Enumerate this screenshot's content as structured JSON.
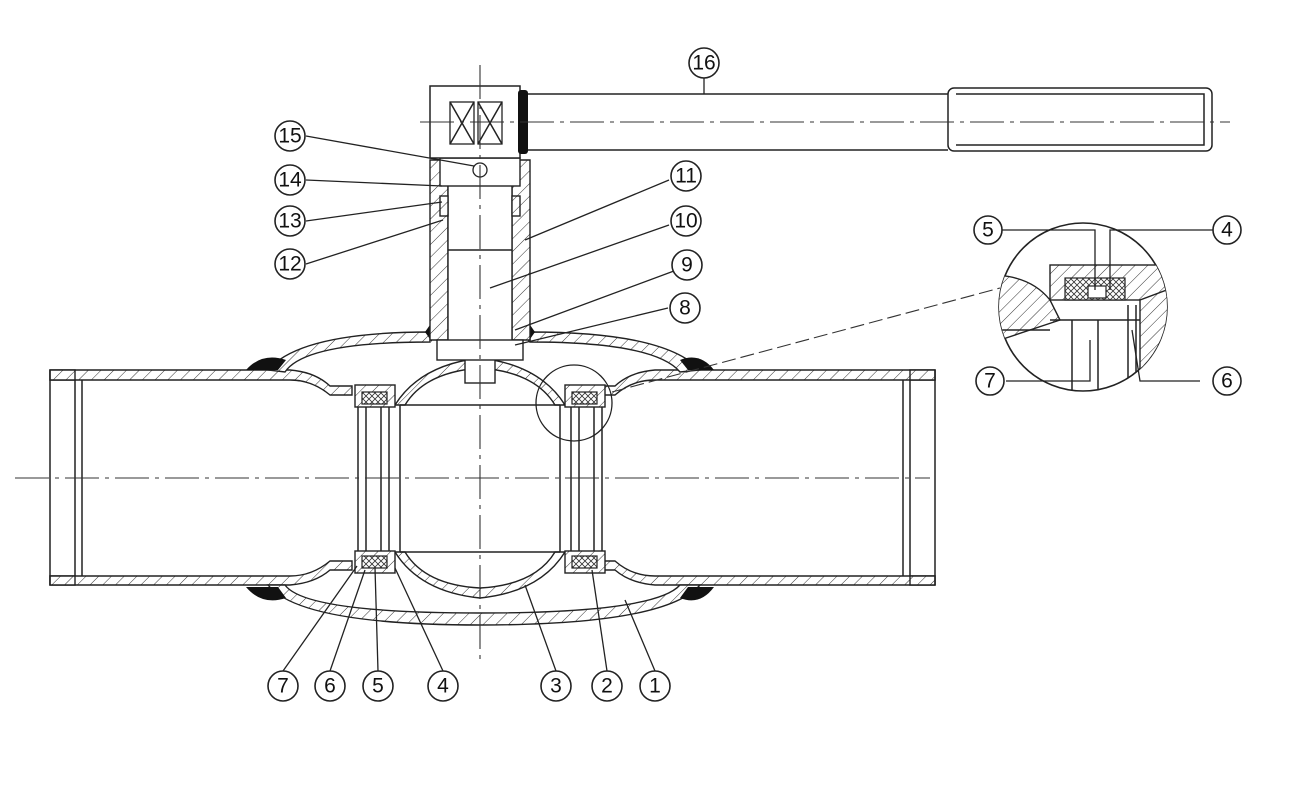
{
  "diagram": {
    "colors": {
      "line": "#222222",
      "background": "#ffffff",
      "weld": "#111111"
    },
    "callouts": [
      {
        "id": "c1",
        "label": "1"
      },
      {
        "id": "c2",
        "label": "2"
      },
      {
        "id": "c3",
        "label": "3"
      },
      {
        "id": "c4",
        "label": "4"
      },
      {
        "id": "c5",
        "label": "5"
      },
      {
        "id": "c6",
        "label": "6"
      },
      {
        "id": "c7",
        "label": "7"
      },
      {
        "id": "c8",
        "label": "8"
      },
      {
        "id": "c9",
        "label": "9"
      },
      {
        "id": "c10",
        "label": "10"
      },
      {
        "id": "c11",
        "label": "11"
      },
      {
        "id": "c12",
        "label": "12"
      },
      {
        "id": "c13",
        "label": "13"
      },
      {
        "id": "c14",
        "label": "14"
      },
      {
        "id": "c15",
        "label": "15"
      },
      {
        "id": "c16",
        "label": "16"
      },
      {
        "id": "d5",
        "label": "5"
      },
      {
        "id": "d4",
        "label": "4"
      },
      {
        "id": "d7",
        "label": "7"
      },
      {
        "id": "d6",
        "label": "6"
      }
    ]
  }
}
